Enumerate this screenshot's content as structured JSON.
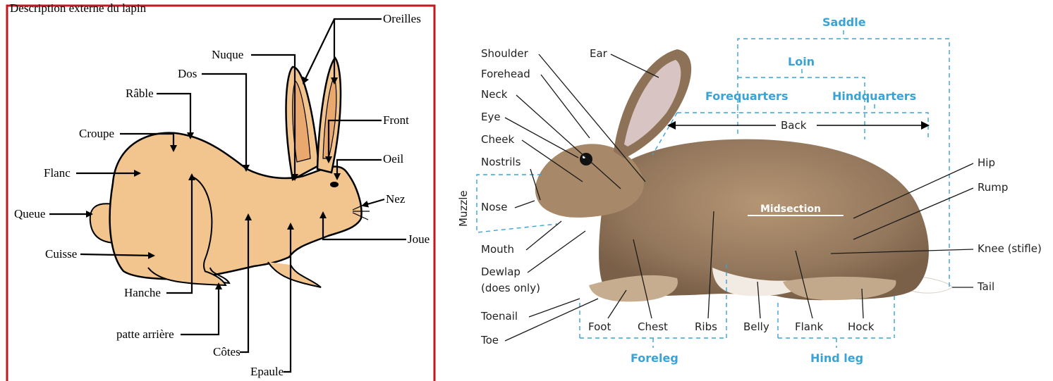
{
  "left_panel": {
    "header_text": "Description externe du lapin",
    "labels": {
      "oreilles": "Oreilles",
      "nuque": "Nuque",
      "dos": "Dos",
      "rable": "Râble",
      "front": "Front",
      "croupe": "Croupe",
      "oeil": "Oeil",
      "flanc": "Flanc",
      "nez": "Nez",
      "queue": "Queue",
      "joue": "Joue",
      "cuisse": "Cuisse",
      "hanche": "Hanche",
      "patte_arriere": "patte arrière",
      "cotes": "Côtes",
      "epaule": "Epaule"
    }
  },
  "right_panel": {
    "groups": {
      "saddle": "Saddle",
      "loin": "Loin",
      "forequarters": "Forequarters",
      "hindquarters": "Hindquarters",
      "back": "Back",
      "midsection": "Midsection",
      "muzzle": "Muzzle",
      "foreleg": "Foreleg",
      "hind_leg": "Hind leg"
    },
    "labels": {
      "shoulder": "Shoulder",
      "ear": "Ear",
      "forehead": "Forehead",
      "neck": "Neck",
      "eye": "Eye",
      "cheek": "Cheek",
      "nostrils": "Nostrils",
      "nose": "Nose",
      "mouth": "Mouth",
      "dewlap": "Dewlap",
      "dewlap_note": "(does only)",
      "toenail": "Toenail",
      "toe": "Toe",
      "foot": "Foot",
      "chest": "Chest",
      "ribs": "Ribs",
      "belly": "Belly",
      "flank": "Flank",
      "hock": "Hock",
      "hip": "Hip",
      "rump": "Rump",
      "knee": "Knee (stifle)",
      "tail": "Tail"
    }
  },
  "colors": {
    "frame_border": "#c0191f",
    "cartoon_body": "#f2c48e",
    "group_blue": "#3aa3d6",
    "fur": "#9b7f63"
  }
}
